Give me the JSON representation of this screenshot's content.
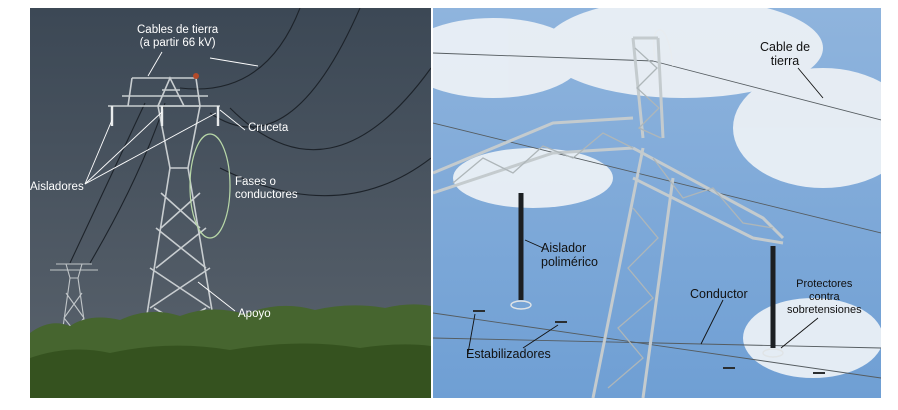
{
  "colors": {
    "left_sky_top": "#3e4a57",
    "left_sky_bottom": "#56606b",
    "vegetation": "#4c6a37",
    "right_sky": "#7fa9d8",
    "tower_steel": "#c4cbce",
    "annotation_white": "#ffffff",
    "annotation_dark": "#111111",
    "ellipse_green": "#b8d8a8"
  },
  "left_panel": {
    "labels": {
      "cables_line1": "Cables de tierra",
      "cables_line2": "(a partir 66 kV)",
      "cruceta": "Cruceta",
      "aisladores": "Aisladores",
      "fases_line1": "Fases o",
      "fases_line2": "conductores",
      "apoyo": "Apoyo"
    }
  },
  "right_panel": {
    "labels": {
      "cable_line1": "Cable de",
      "cable_line2": "tierra",
      "aislador_line1": "Aislador",
      "aislador_line2": "polimérico",
      "conductor": "Conductor",
      "protectores_line1": "Protectores",
      "protectores_line2": "contra",
      "protectores_line3": "sobretensiones",
      "estabilizadores": "Estabilizadores"
    }
  }
}
